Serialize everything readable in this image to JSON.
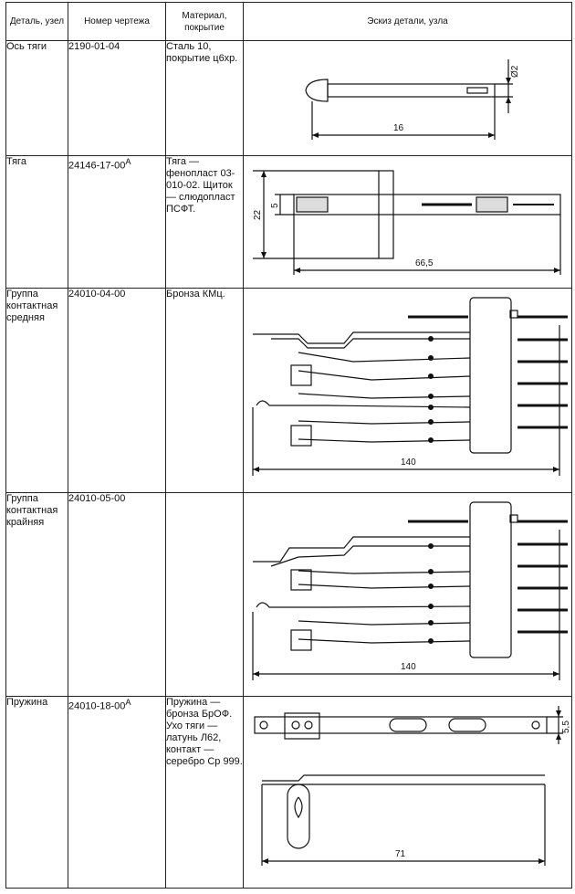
{
  "header": {
    "col1": "Деталь, узел",
    "col2": "Номер чертежа",
    "col3": "Материал, покрытие",
    "col4": "Эскиз детали, узла"
  },
  "rows": [
    {
      "part": "Ось тяги",
      "drawing": "2190-01-04",
      "material": "Сталь 10, покрытие ц6хр.",
      "dims": {
        "length": "16",
        "dia": "Ø2"
      }
    },
    {
      "part": "Тяга",
      "drawing": "24146-17-00",
      "rev": "А",
      "material": "Тяга — фенопласт 03-010-02. Щиток — слюдопласт ПСФТ.",
      "dims": {
        "length": "66,5",
        "height": "22",
        "inner": "5"
      }
    },
    {
      "part": "Группа контактная средняя",
      "drawing": "24010-04-00",
      "material": "Бронза КМц.",
      "dims": {
        "length": "140"
      }
    },
    {
      "part": "Группа контактная крайняя",
      "drawing": "24010-05-00",
      "material": "",
      "dims": {
        "length": "140"
      }
    },
    {
      "part": "Пружина",
      "drawing": "24010-18-00",
      "rev": "А",
      "material": "Пружина — бронза БрОФ. Ухо тяги — латунь Л62, контакт — серебро Ср 999.",
      "dims": {
        "length": "71",
        "width": "5,5"
      }
    }
  ]
}
